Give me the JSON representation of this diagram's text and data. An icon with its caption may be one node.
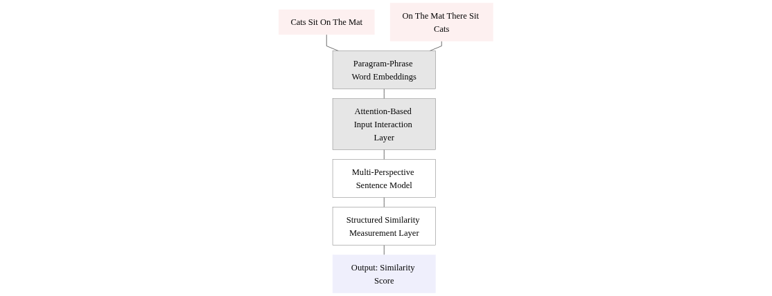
{
  "diagram": {
    "nodes": [
      {
        "text": [
          "Cats Sit On The Mat"
        ]
      },
      {
        "text": [
          "On The Mat There Sit Cats"
        ]
      },
      {
        "text": [
          "Paragram-Phrase Word Embeddings"
        ]
      },
      {
        "text": [
          "Attention-Based Input Interaction Layer"
        ]
      },
      {
        "text": [
          "Multi-Perspective Sentence Model"
        ]
      },
      {
        "text": [
          "Structured Similarity Measurement Layer"
        ]
      },
      {
        "text": [
          "Output: Similarity Score"
        ]
      }
    ],
    "edges": [
      {
        "from": 0,
        "to": 2,
        "arrow": "none"
      },
      {
        "from": 1,
        "to": 2,
        "arrow": "none"
      },
      {
        "from": 2,
        "to": 3,
        "arrow": "none"
      },
      {
        "from": 3,
        "to": 4,
        "arrow": "none"
      },
      {
        "from": 4,
        "to": 5,
        "arrow": "none"
      },
      {
        "from": 5,
        "to": 6,
        "arrow": "none"
      }
    ]
  }
}
